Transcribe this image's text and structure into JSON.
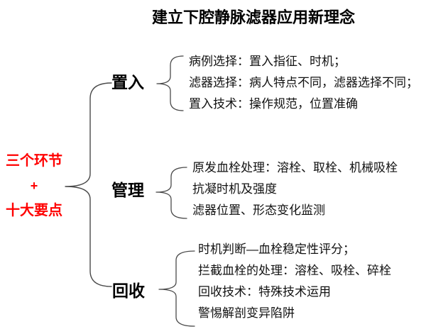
{
  "title": "建立下腔静脉滤器应用新理念",
  "root": {
    "lines": [
      "三个环节",
      "+",
      "十大要点"
    ]
  },
  "branches": [
    {
      "label": "置入",
      "items": [
        "病例选择：置入指征、时机；",
        "滤器选择：病人特点不同，滤器选择不同；",
        "置入技术：操作规范，位置准确"
      ]
    },
    {
      "label": "管理",
      "items": [
        "原发血栓处理：溶栓、取栓、机械吸栓",
        "抗凝时机及强度",
        "滤器位置、形态变化监测"
      ]
    },
    {
      "label": "回收",
      "items": [
        "时机判断—血栓稳定性评分；",
        "拦截血栓的处理：溶栓、吸栓、碎栓",
        "回收技术：特殊技术运用",
        "警惕解剖变异陷阱"
      ]
    }
  ],
  "colors": {
    "accent_red": "#FF0000",
    "text_black": "#121212",
    "brace_gray": "#4A4A4A",
    "background": "#FFFFFF"
  }
}
